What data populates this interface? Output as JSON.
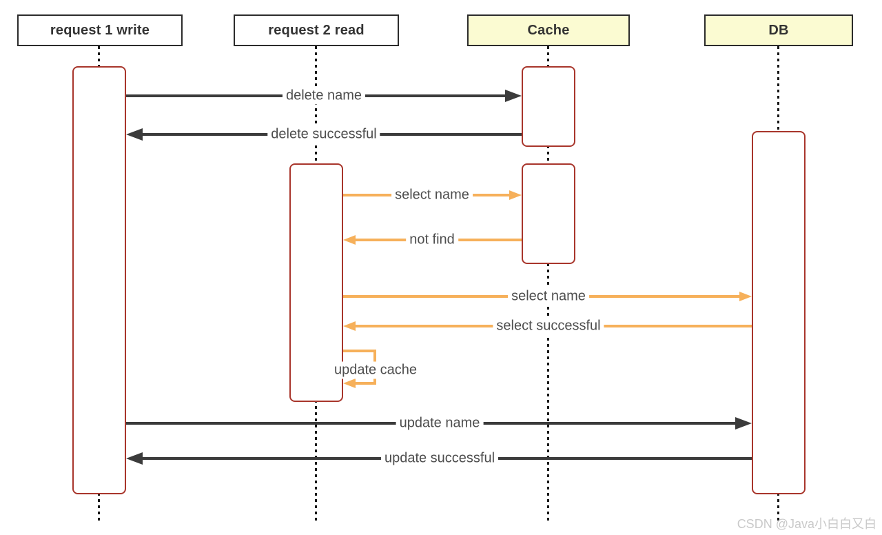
{
  "diagram_type": "sequence-diagram",
  "participants": [
    {
      "label": "request 1 write",
      "fill": "#ffffff"
    },
    {
      "label": "request 2 read",
      "fill": "#ffffff"
    },
    {
      "label": "Cache",
      "fill": "#fbfbd2"
    },
    {
      "label": "DB",
      "fill": "#fbfbd2"
    }
  ],
  "messages": [
    {
      "label": "delete name",
      "from": "request 1 write",
      "to": "Cache",
      "color": "#3b3b3b"
    },
    {
      "label": "delete successful",
      "from": "Cache",
      "to": "request 1 write",
      "color": "#3b3b3b"
    },
    {
      "label": "select name",
      "from": "request 2 read",
      "to": "Cache",
      "color": "#f6b05a"
    },
    {
      "label": "not find",
      "from": "Cache",
      "to": "request 2 read",
      "color": "#f6b05a"
    },
    {
      "label": "select name",
      "from": "request 2 read",
      "to": "DB",
      "color": "#f6b05a"
    },
    {
      "label": "select successful",
      "from": "DB",
      "to": "request 2 read",
      "color": "#f6b05a"
    },
    {
      "label": "update cache",
      "from": "request 2 read",
      "to": "request 2 read",
      "color": "#f6b05a",
      "self": true
    },
    {
      "label": "update name",
      "from": "request 1 write",
      "to": "DB",
      "color": "#3b3b3b"
    },
    {
      "label": "update successful",
      "from": "DB",
      "to": "request 1 write",
      "color": "#3b3b3b"
    }
  ],
  "colors": {
    "black_arrow": "#3b3b3b",
    "orange_arrow": "#f6b05a",
    "activation_border": "#a8352b",
    "participant_border": "#2b2b2b",
    "participant_yellow_fill": "#fbfbd2",
    "label_text": "#4d4d4d",
    "lifeline": "#161616",
    "watermark_text": "#c9c9c9"
  },
  "watermark": "CSDN @Java小白白又白"
}
